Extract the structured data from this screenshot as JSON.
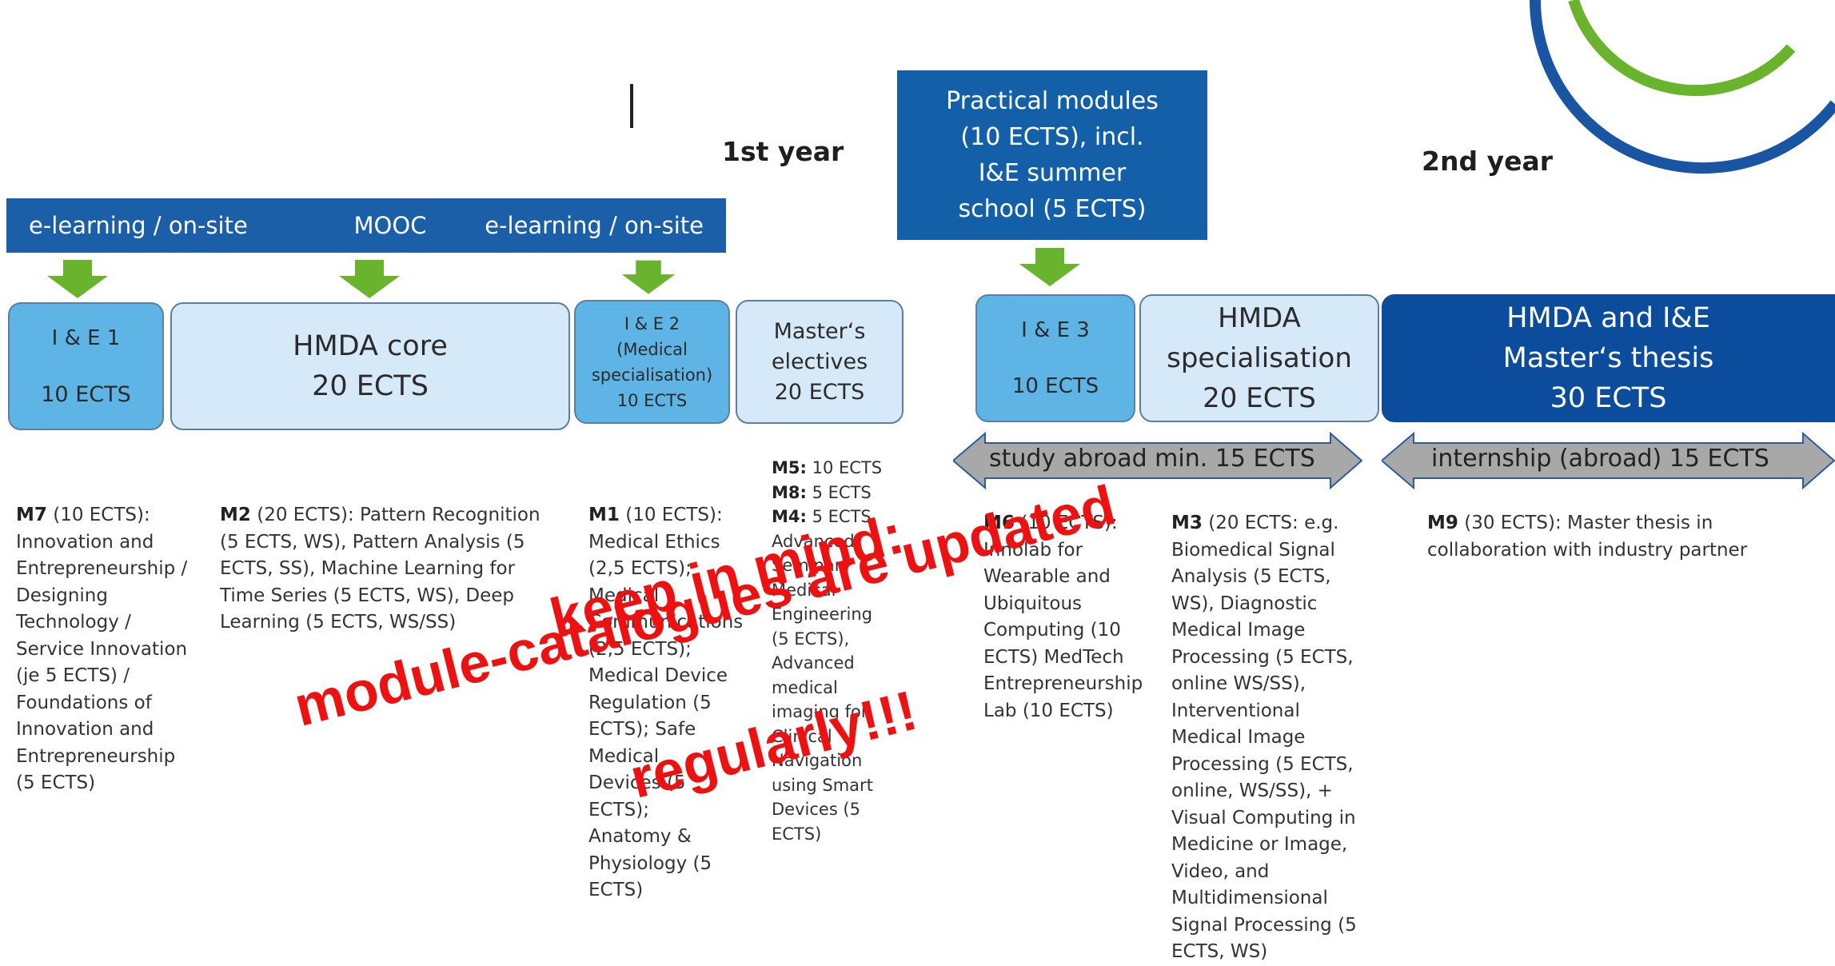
{
  "years": {
    "first": "1st year",
    "second": "2nd year"
  },
  "delivery_bar": {
    "left": "e-learning / on-site",
    "middle": "MOOC",
    "right": "e-learning / on-site"
  },
  "practical": {
    "lines": [
      "Practical  modules",
      "(10 ECTS), incl.",
      "I&E summer",
      "school (5 ECTS)"
    ]
  },
  "boxes": {
    "ie1": {
      "title": "I & E 1",
      "ects": "10 ECTS"
    },
    "hmda_core": {
      "title": "HMDA core",
      "ects": "20 ECTS"
    },
    "ie2": {
      "lines": [
        "I & E 2",
        "(Medical",
        "specialisation)",
        "10 ECTS"
      ]
    },
    "electives": {
      "lines": [
        "Master‘s",
        "electives",
        "20 ECTS"
      ]
    },
    "ie3": {
      "title": "I & E 3",
      "ects": "10 ECTS"
    },
    "hmda_spec": {
      "lines": [
        "HMDA",
        "specialisation",
        "20 ECTS"
      ]
    },
    "thesis": {
      "lines": [
        "HMDA and I&E",
        "Master‘s thesis",
        "30 ECTS"
      ]
    }
  },
  "spans": {
    "study_abroad": "study abroad min. 15 ECTS",
    "internship": "internship (abroad) 15 ECTS"
  },
  "descriptions": {
    "m7": {
      "code": "M7",
      "text": " (10 ECTS): Innovation and Entrepreneurship / Designing Technology / Service Innovation (je 5 ECTS) / Foundations of Innovation and Entrepreneurship (5 ECTS)"
    },
    "m2": {
      "code": "M2",
      "text": " (20 ECTS): Pattern Recognition (5 ECTS, WS), Pattern Analysis (5 ECTS, SS), Machine Learning for Time Series (5 ECTS, WS), Deep Learning (5 ECTS, WS/SS)"
    },
    "m1": {
      "code": "M1",
      "text": " (10 ECTS): Medical Ethics (2,5 ECTS); Medical Communications (2,5 ECTS); Medical Device Regulation (5 ECTS); Safe Medical Devices (5 ECTS); Anatomy & Physiology (5 ECTS)"
    },
    "m5": {
      "code": "M5:",
      "text": " 10 ECTS"
    },
    "m8": {
      "code": "M8:",
      "text": " 5 ECTS"
    },
    "m4": {
      "code": "M4:",
      "text": " 5 ECTS"
    },
    "electives_list": "Advanced Seminar Medical Engineering (5 ECTS), Advanced medical imaging for Clinical Navigation using Smart Devices (5 ECTS)",
    "m6": {
      "code": "M6",
      "text": " (10 ECTS): Innolab for Wearable and Ubiquitous Computing (10 ECTS) MedTech Entrepreneurship Lab (10 ECTS)"
    },
    "m3": {
      "code": "M3",
      "text": " (20 ECTS: e.g. Biomedical Signal Analysis (5 ECTS, WS), Diagnostic Medical Image Processing (5 ECTS, online WS/SS), Interventional Medical Image Processing (5 ECTS, online, WS/SS), + Visual Computing in Medicine or Image, Video, and Multidimensional Signal Processing (5 ECTS, WS)"
    },
    "m9": {
      "code": "M9",
      "text": " (30 ECTS): Master thesis in collaboration with industry partner"
    }
  },
  "notice": {
    "line1": "keep in mind:",
    "line2": "module-catalogues are updated",
    "line3": "regularly!!!"
  },
  "colors": {
    "dark_blue": "#0b4d9c",
    "mid_blue": "#5fb4e6",
    "light_blue": "#d6e9f8",
    "green": "#6ab42d",
    "red": "#ee1111"
  }
}
